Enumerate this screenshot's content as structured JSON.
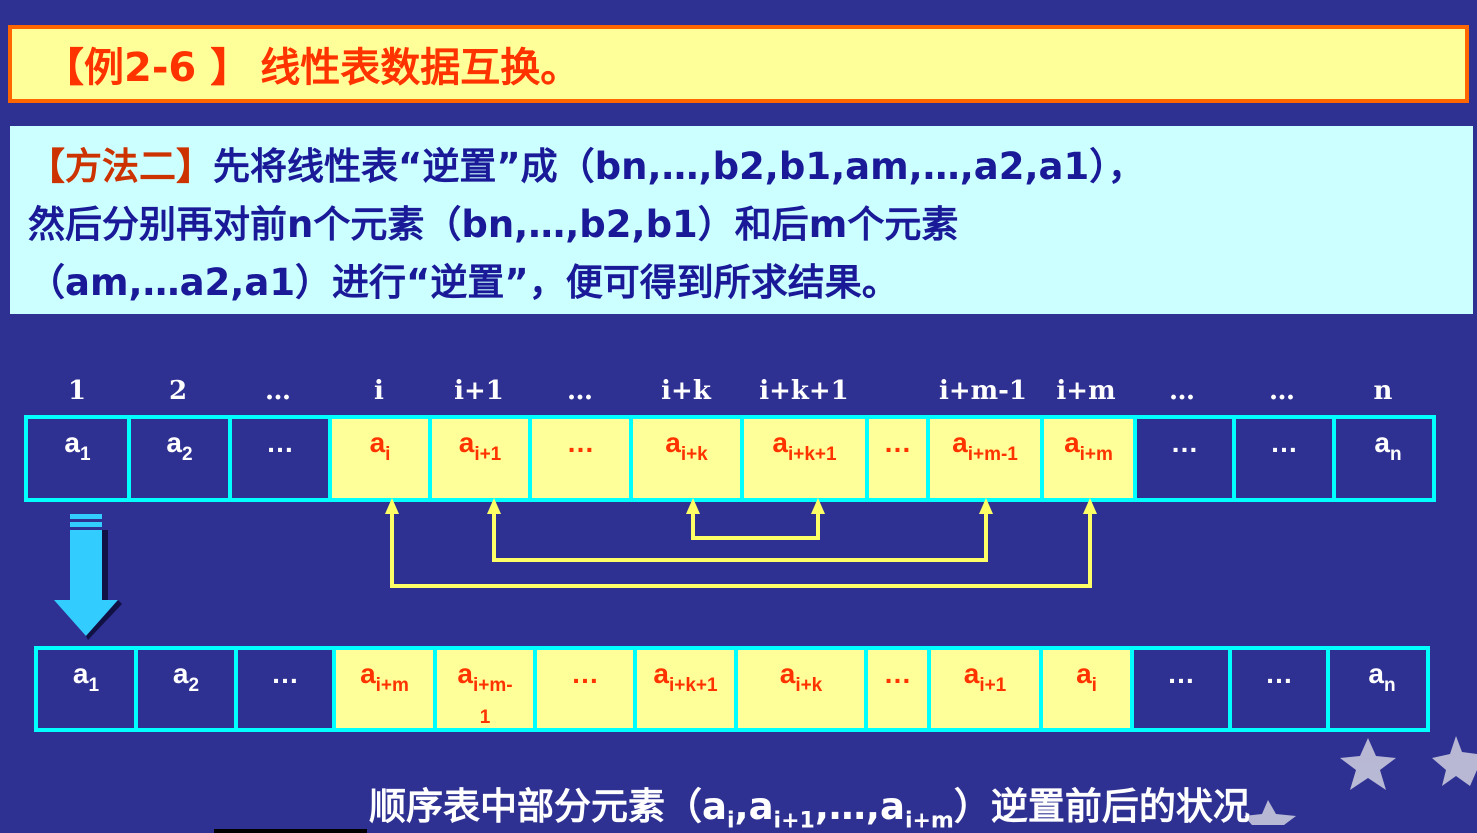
{
  "title": {
    "label": "【例2-6 】",
    "text": "线性表数据互换。"
  },
  "method": {
    "tag": "【方法二】",
    "line1": "先将线性表“逆置”成（bn,…,b2,b1,am,…,a2,a1），",
    "line2": "然后分别再对前n个元素（bn,…,b2,b1）和后m个元素",
    "line3": "（am,…a2,a1）进行“逆置”，便可得到所求结果。"
  },
  "indices": [
    "1",
    "2",
    "…",
    "i",
    "i+1",
    "…",
    "i+k",
    "i+k+1",
    "i+m-1",
    "i+m",
    "…",
    "…",
    "n"
  ],
  "top_row": [
    {
      "base": "a",
      "sub": "1",
      "highlight": false
    },
    {
      "base": "a",
      "sub": "2",
      "highlight": false
    },
    {
      "base": "…",
      "sub": "",
      "highlight": false
    },
    {
      "base": "a",
      "sub": "i",
      "highlight": true
    },
    {
      "base": "a",
      "sub": "i+1",
      "highlight": true
    },
    {
      "base": "…",
      "sub": "",
      "highlight": true
    },
    {
      "base": "a",
      "sub": "i+k",
      "highlight": true
    },
    {
      "base": "a",
      "sub": "i+k+1",
      "highlight": true
    },
    {
      "base": "…",
      "sub": "",
      "highlight": true
    },
    {
      "base": "a",
      "sub": "i+m-1",
      "highlight": true
    },
    {
      "base": "a",
      "sub": "i+m",
      "highlight": true
    },
    {
      "base": "…",
      "sub": "",
      "highlight": false
    },
    {
      "base": "…",
      "sub": "",
      "highlight": false
    },
    {
      "base": "a",
      "sub": "n",
      "highlight": false
    }
  ],
  "bottom_row": [
    {
      "base": "a",
      "sub": "1",
      "highlight": false
    },
    {
      "base": "a",
      "sub": "2",
      "highlight": false
    },
    {
      "base": "…",
      "sub": "",
      "highlight": false
    },
    {
      "base": "a",
      "sub": "i+m",
      "highlight": true
    },
    {
      "base": "a",
      "sub": "i+m-",
      "sub2": "1",
      "highlight": true
    },
    {
      "base": "…",
      "sub": "",
      "highlight": true
    },
    {
      "base": "a",
      "sub": "i+k+1",
      "highlight": true
    },
    {
      "base": "a",
      "sub": "i+k",
      "highlight": true
    },
    {
      "base": "…",
      "sub": "",
      "highlight": true
    },
    {
      "base": "a",
      "sub": "i+1",
      "highlight": true
    },
    {
      "base": "a",
      "sub": "i",
      "highlight": true
    },
    {
      "base": "…",
      "sub": "",
      "highlight": false
    },
    {
      "base": "…",
      "sub": "",
      "highlight": false
    },
    {
      "base": "a",
      "sub": "n",
      "highlight": false
    }
  ],
  "caption": {
    "text_before": "顺序表中部分元素（",
    "sub_i": "i",
    "sub_i1": "i+1",
    "middle": ",…,",
    "sub_im": "i+m",
    "text_after": "）逆置前后的状况"
  },
  "colors": {
    "background": "#2e3192",
    "cell_highlight": "#ffff99",
    "cell_border": "#00ffff",
    "arrow_line": "#ffff66",
    "accent_text": "#ff3300",
    "down_arrow": "#33ccff"
  }
}
